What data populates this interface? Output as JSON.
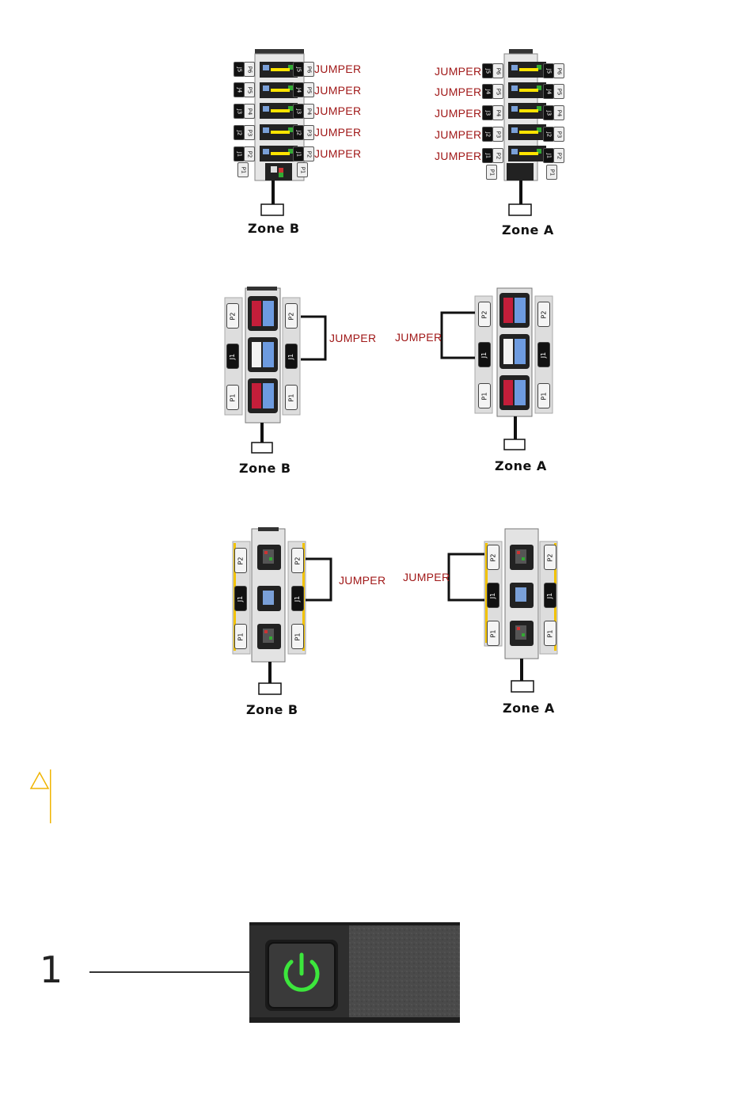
{
  "figure1": {
    "zone_left": "Zone B",
    "zone_right": "Zone A",
    "left_jumpers": [
      "JUMPER",
      "JUMPER",
      "JUMPER",
      "JUMPER",
      "JUMPER"
    ],
    "right_jumpers": [
      "JUMPER",
      "JUMPER",
      "JUMPER",
      "JUMPER",
      "JUMPER"
    ],
    "j_tags": [
      "J5",
      "J4",
      "J3",
      "J2",
      "J1"
    ],
    "p_tags": [
      "P6",
      "P5",
      "P4",
      "P3",
      "P2"
    ],
    "bottom_tag": "P1"
  },
  "figure2": {
    "zone_left": "Zone B",
    "zone_right": "Zone A",
    "jumper_left": "JUMPER",
    "jumper_right": "JUMPER",
    "tags": [
      "P2",
      "J1",
      "P1"
    ]
  },
  "figure3": {
    "zone_left": "Zone B",
    "zone_right": "Zone A",
    "jumper_left": "JUMPER",
    "jumper_right": "JUMPER",
    "tags": [
      "P2",
      "J1",
      "P1"
    ]
  },
  "caution": {
    "icon": "warning-triangle-icon",
    "color": "#f0b400"
  },
  "power_figure": {
    "callout": "1",
    "icon": "power-icon",
    "led_color": "#3ce63c"
  }
}
